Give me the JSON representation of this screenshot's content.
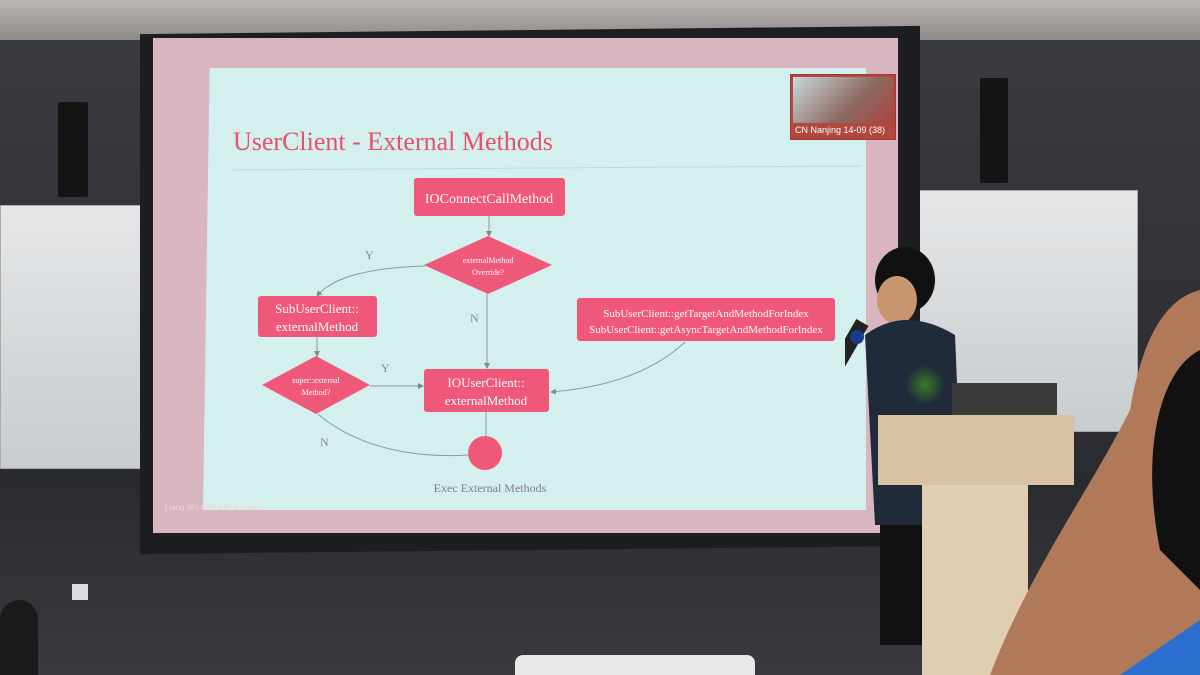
{
  "slide": {
    "title": "UserClient - External Methods",
    "nodes": {
      "start": "IOConnectCallMethod",
      "decision_override_line1": "externalMethod",
      "decision_override_line2": "Override?",
      "sub_line1": "SubUserClient::",
      "sub_line2": "externalMethod",
      "index_line1": "SubUserClient::getTargetAndMethodForIndex",
      "index_line2": "SubUserClient::getAsyncTargetAndMethodForIndex",
      "decision_super_line1": "super::external",
      "decision_super_line2": "Method?",
      "io_line1": "IOUserClient::",
      "io_line2": "externalMethod",
      "end_label": "Exec External Methods"
    },
    "edge_labels": {
      "y1": "Y",
      "n1": "N",
      "y2": "Y",
      "n2": "N"
    },
    "colors": {
      "accent": "#f0587a",
      "title": "#e8506e",
      "background": "#d4f0ee"
    }
  },
  "screen_share_footer": "Liang Wu (RD-CN)'s screen",
  "video_thumbnail": {
    "label": "CN Nanjing 14-09 (38)"
  }
}
